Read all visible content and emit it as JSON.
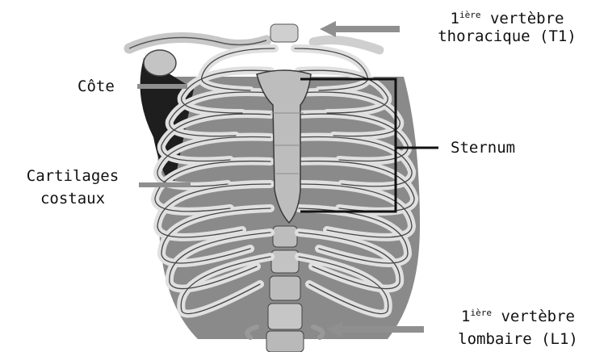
{
  "colors": {
    "background": "#ffffff",
    "bone": "#d4d4d4",
    "bone_shadow": "#7a7a7a",
    "dark": "#1a1a1a",
    "pointer": "#8f8f8f",
    "box": "#111111"
  },
  "labels": {
    "t1": {
      "num": "1",
      "sup": "ière",
      "word": " vertèbre",
      "line2": "thoracique (T1)"
    },
    "rib": "Côte",
    "sternum": "Sternum",
    "cartilage": {
      "line1": "Cartilages",
      "line2": "costaux"
    },
    "l1": {
      "num": "1",
      "sup": "ière",
      "word": " vertèbre",
      "line2": "lombaire (L1)"
    }
  }
}
